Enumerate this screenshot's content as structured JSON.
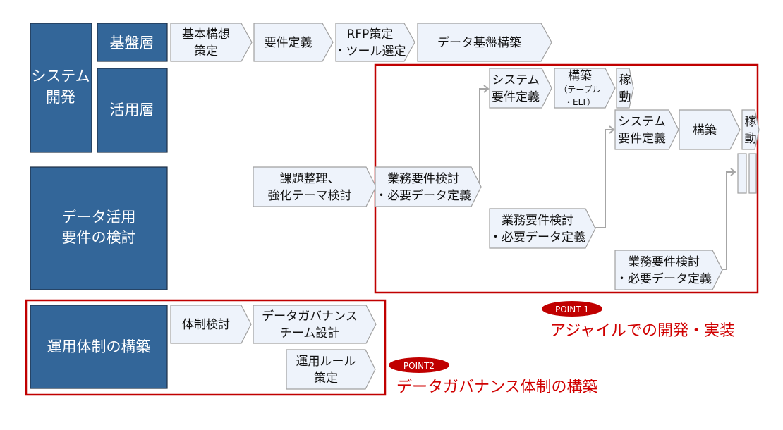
{
  "colors": {
    "header": "#336699",
    "box": "#eef3fb",
    "accent": "#c00000",
    "connector": "#a6a6a6"
  },
  "headers": {
    "system_dev": [
      "システム",
      "開発"
    ],
    "base_layer": [
      "基盤層"
    ],
    "app_layer": [
      "活用層"
    ],
    "data_req": [
      "データ活用",
      "要件の検討"
    ],
    "ops": [
      "運用体制の構築"
    ]
  },
  "steps": {
    "concept": [
      "基本構想",
      "策定"
    ],
    "requirements": [
      "要件定義"
    ],
    "rfp": [
      "RFP策定",
      "・ツール選定"
    ],
    "data_platform": [
      "データ基盤構築"
    ],
    "sys_req_1": [
      "システム",
      "要件定義"
    ],
    "build_1": [
      "構築",
      "（テーブル",
      "・ELT）"
    ],
    "operate_1": [
      "稼",
      "動"
    ],
    "issues": [
      "課題整理、",
      "強化テーマ検討"
    ],
    "biz_req_1": [
      "業務要件検討",
      "・必要データ定義"
    ],
    "sys_req_2": [
      "システム",
      "要件定義"
    ],
    "build_2": [
      "構築"
    ],
    "operate_2": [
      "稼",
      "動"
    ],
    "biz_req_2": [
      "業務要件検討",
      "・必要データ定義"
    ],
    "biz_req_3": [
      "業務要件検討",
      "・必要データ定義"
    ],
    "org": [
      "体制検討"
    ],
    "gov_team": [
      "データガバナンス",
      "チーム設計"
    ],
    "rules": [
      "運用ルール",
      "策定"
    ]
  },
  "points": {
    "p1": {
      "badge": "POINT 1",
      "text": "アジャイルでの開発・実装"
    },
    "p2": {
      "badge": "POINT2",
      "text": "データガバナンス体制の構築"
    }
  }
}
